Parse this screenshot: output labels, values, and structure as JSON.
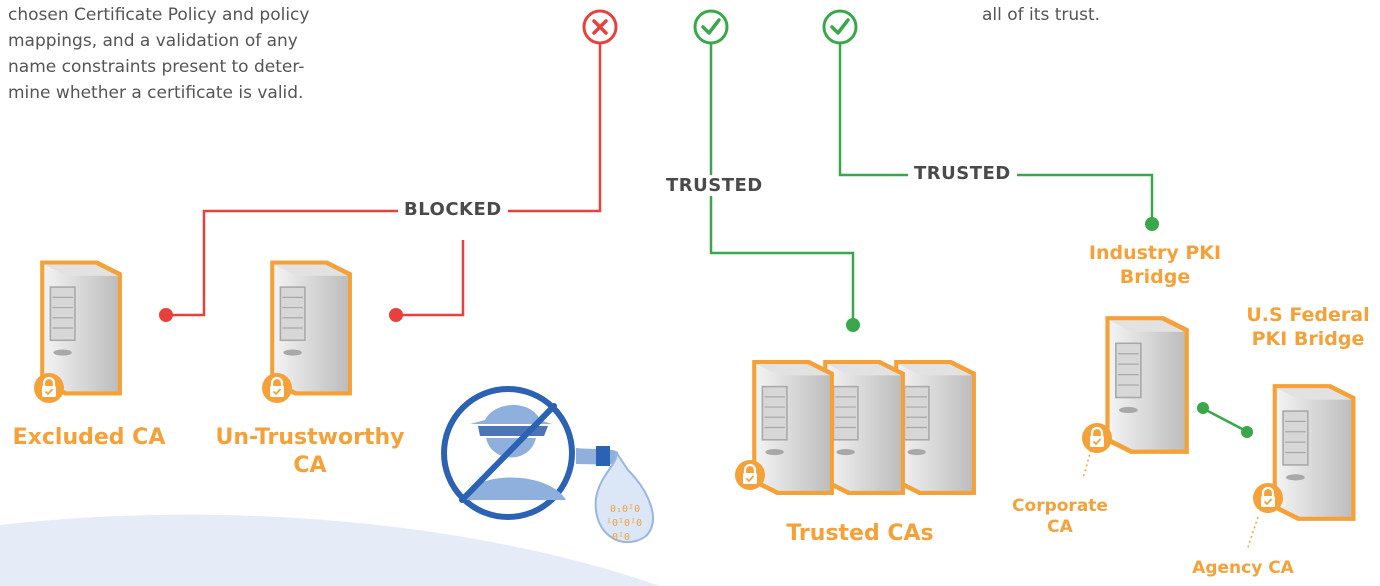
{
  "text_left": {
    "lines": [
      "chosen Certificate Policy and policy",
      "mappings, and a validation of any",
      "name constraints present to deter-",
      "mine whether a certificate is valid."
    ]
  },
  "text_right": {
    "lines": [
      "all of its trust."
    ]
  },
  "tags": {
    "blocked": "BLOCKED",
    "trusted_1": "TRUSTED",
    "trusted_2": "TRUSTED"
  },
  "labels": {
    "excluded_ca": "Excluded CA",
    "untrustworthy_ca": [
      "Un-Trustworthy",
      "CA"
    ],
    "trusted_cas": "Trusted CAs",
    "industry_bridge": [
      "Industry PKI",
      "Bridge"
    ],
    "federal_bridge": [
      "U.S Federal",
      "PKI Bridge"
    ],
    "corporate_ca": [
      "Corporate",
      "CA"
    ],
    "agency_ca": "Agency CA"
  },
  "icons": {
    "blocked_status": "x-circle-icon",
    "trusted_status": "check-circle-icon",
    "server": "server-icon",
    "lock": "padlock-icon",
    "thief": "forbidden-thief-icon"
  },
  "colors": {
    "blocked": "#e8413c",
    "trusted": "#3aa84a",
    "label": "#f5a13a",
    "text": "#555555",
    "tag": "#4a4a4a",
    "background_wave": "#e6ecf7"
  }
}
